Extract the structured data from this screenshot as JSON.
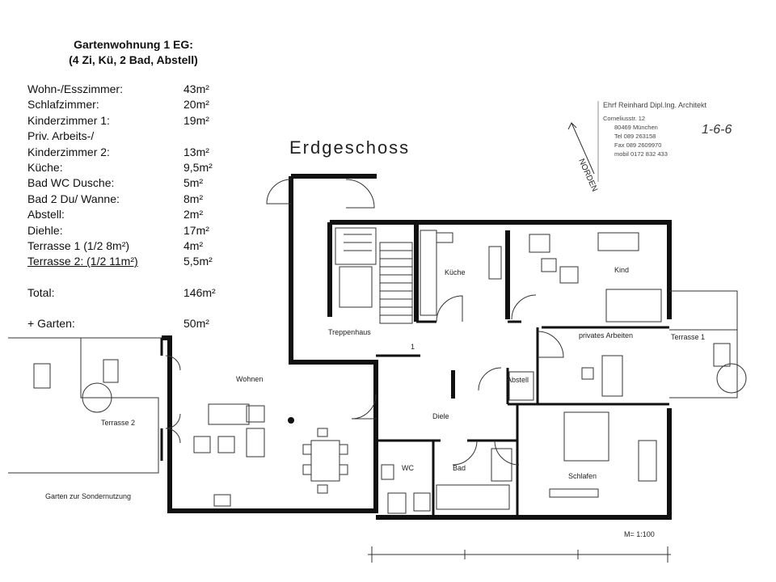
{
  "header": {
    "title_line1": "Gartenwohnung 1 EG:",
    "title_line2": "(4 Zi, Kü, 2 Bad, Abstell)"
  },
  "rooms": [
    {
      "name": "Wohn-/Esszimmer:",
      "area": "43m²"
    },
    {
      "name": "Schlafzimmer:",
      "area": "20m²"
    },
    {
      "name": "Kinderzimmer 1:",
      "area": "19m²"
    },
    {
      "name": "Priv. Arbeits-/",
      "area": ""
    },
    {
      "name": "Kinderzimmer 2:",
      "area": "13m²"
    },
    {
      "name": "Küche:",
      "area": "9,5m²"
    },
    {
      "name": "Bad  WC Dusche:",
      "area": "5m²"
    },
    {
      "name": "Bad 2 Du/ Wanne:",
      "area": "8m²"
    },
    {
      "name": "Abstell:",
      "area": "2m²"
    },
    {
      "name": "Diehle:",
      "area": "17m²"
    },
    {
      "name": "Terrasse 1 (1/2 8m²)",
      "area": "4m²"
    },
    {
      "name": "Terrasse 2: (1/2 11m²)",
      "area": "5,5m²"
    }
  ],
  "total": {
    "label": "Total:",
    "value": "146m²"
  },
  "garden": {
    "label": "+ Garten:",
    "value": "50m²"
  },
  "plan": {
    "title": "Erdgeschoss",
    "north": "NORDEN",
    "scale": "M= 1:100",
    "architect_lines": [
      "Ehrf Reinhard Dipl.Ing. Architekt",
      "Corneliusstr. 12",
      "80469 München",
      "Tel 089  263158",
      "Fax 089  2609970",
      "mobil 0172 832 433"
    ],
    "handwriting": "1-6-6",
    "labels": {
      "treppenhaus": "Treppenhaus",
      "kueche": "Küche",
      "kind": "Kind",
      "privates_arbeiten": "privates Arbeiten",
      "terrasse1": "Terrasse 1",
      "abstell": "Abstell",
      "wohnen": "Wohnen",
      "diele": "Diele",
      "terrasse2": "Terrasse 2",
      "wc": "WC",
      "bad": "Bad",
      "schlafen": "Schlafen",
      "garten": "Garten zur Sondernutzung",
      "stair_no": "1"
    }
  }
}
